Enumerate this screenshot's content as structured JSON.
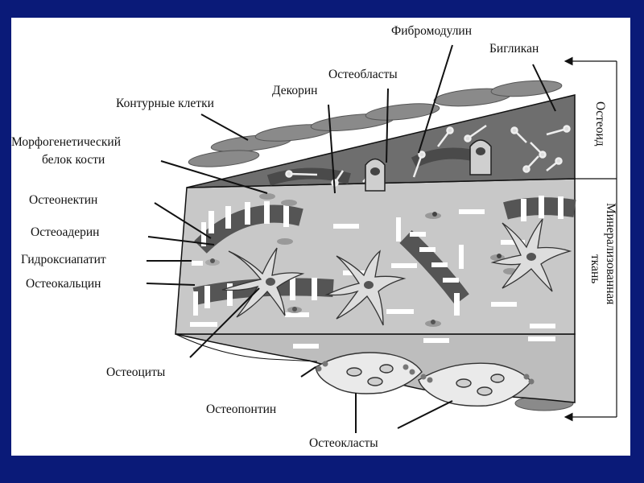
{
  "labels": {
    "fibromodulin": "Фибромодулин",
    "biglycan": "Бигликан",
    "osteoblasts": "Остеобласты",
    "decorin": "Декорин",
    "lining_cells": "Контурные клетки",
    "bmp_line1": "Морфогенетический",
    "bmp_line2": "белок кости",
    "osteonectin": "Остеонектин",
    "osteoadherin": "Остеоадерин",
    "hydroxyapatite": "Гидроксиапатит",
    "osteocalcin": "Остеокальцин",
    "osteocytes": "Остеоциты",
    "osteopontin": "Остеопонтин",
    "osteoclasts": "Остеокласты",
    "osteoid": "Остеоид",
    "mineralized_line1": "Минерализованная",
    "mineralized_line2": "ткань"
  },
  "colors": {
    "frame": "#0a1a78",
    "background": "#ffffff",
    "osteoid_layer": "#6e6e6e",
    "mineral_layer": "#c8c8c8",
    "lower_layer": "#bdbdbd",
    "lining_cell": "#8a8a8a",
    "line": "#111111"
  }
}
